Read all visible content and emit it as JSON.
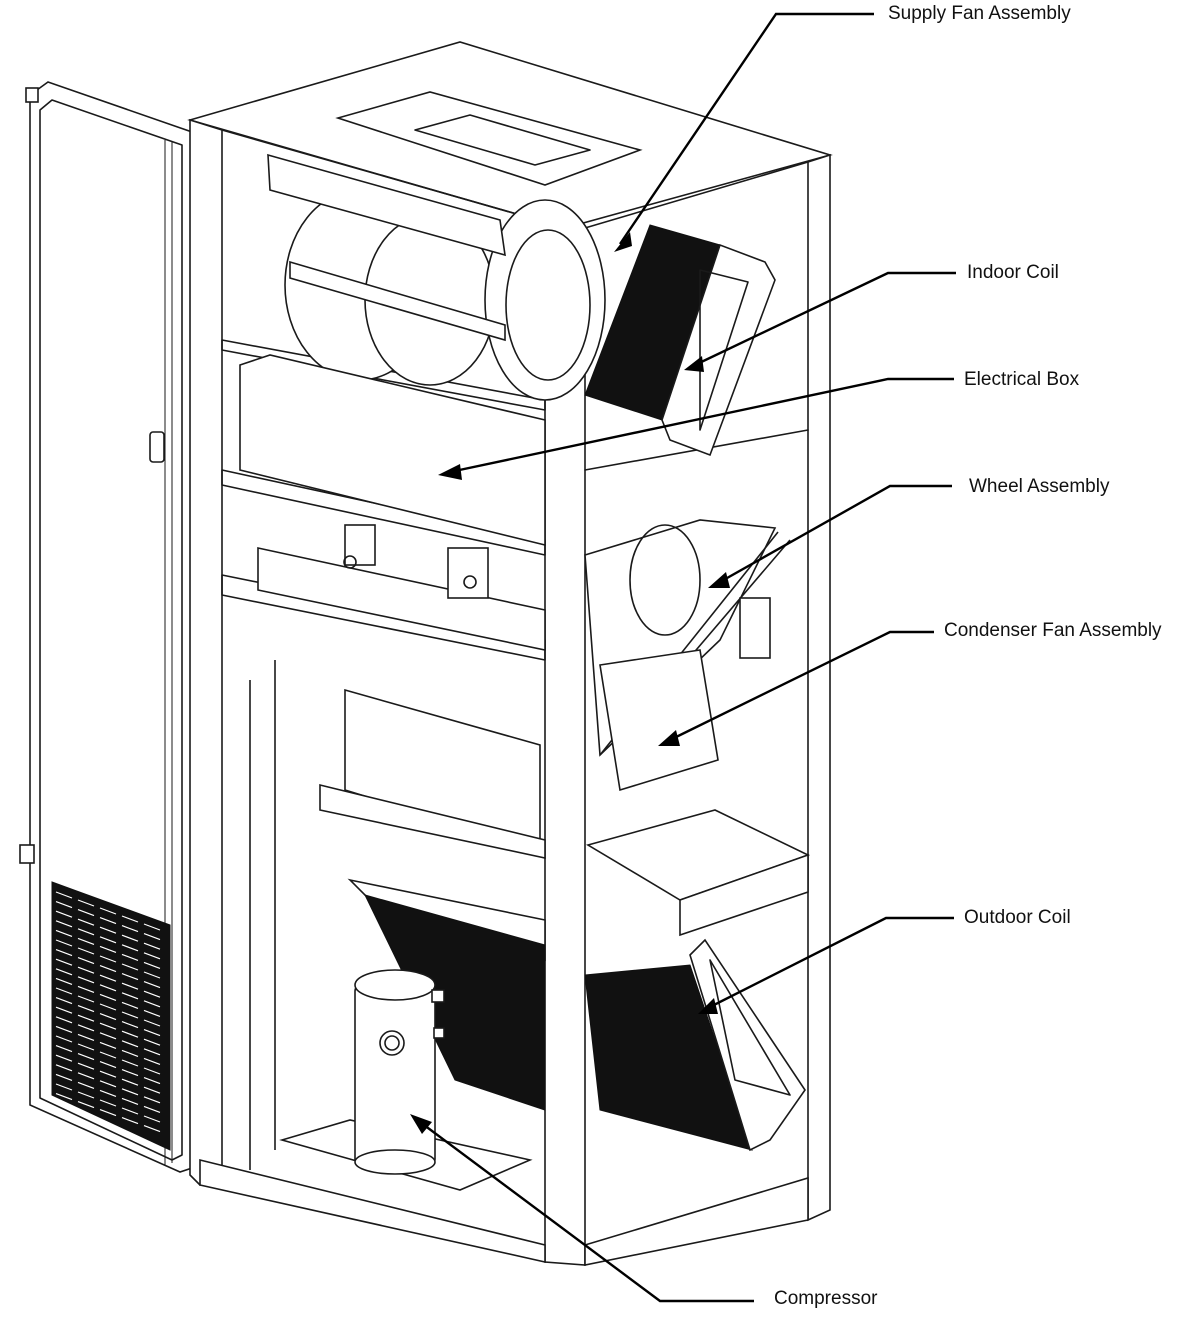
{
  "diagram": {
    "subject": "packaged-vertical-ac-unit",
    "callouts": [
      {
        "id": "supply-fan",
        "label": "Supply Fan Assembly"
      },
      {
        "id": "indoor-coil",
        "label": "Indoor Coil"
      },
      {
        "id": "electrical-box",
        "label": "Electrical Box"
      },
      {
        "id": "wheel-assembly",
        "label": "Wheel Assembly"
      },
      {
        "id": "condenser-fan",
        "label": "Condenser Fan Assembly"
      },
      {
        "id": "outdoor-coil",
        "label": "Outdoor Coil"
      },
      {
        "id": "compressor",
        "label": "Compressor"
      }
    ]
  }
}
